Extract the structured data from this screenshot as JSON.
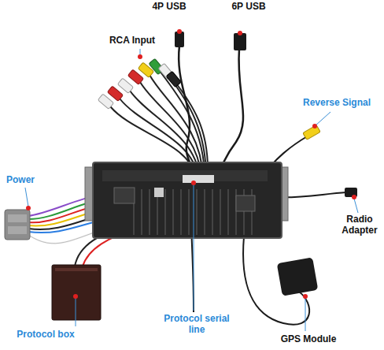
{
  "diagram": {
    "labels": [
      "4P USB",
      "6P USB",
      "RCA Input",
      "Reverse Signal",
      "Power",
      "Radio Adapter",
      "Protocol box",
      "Protocol serial line",
      "GPS Module"
    ]
  }
}
